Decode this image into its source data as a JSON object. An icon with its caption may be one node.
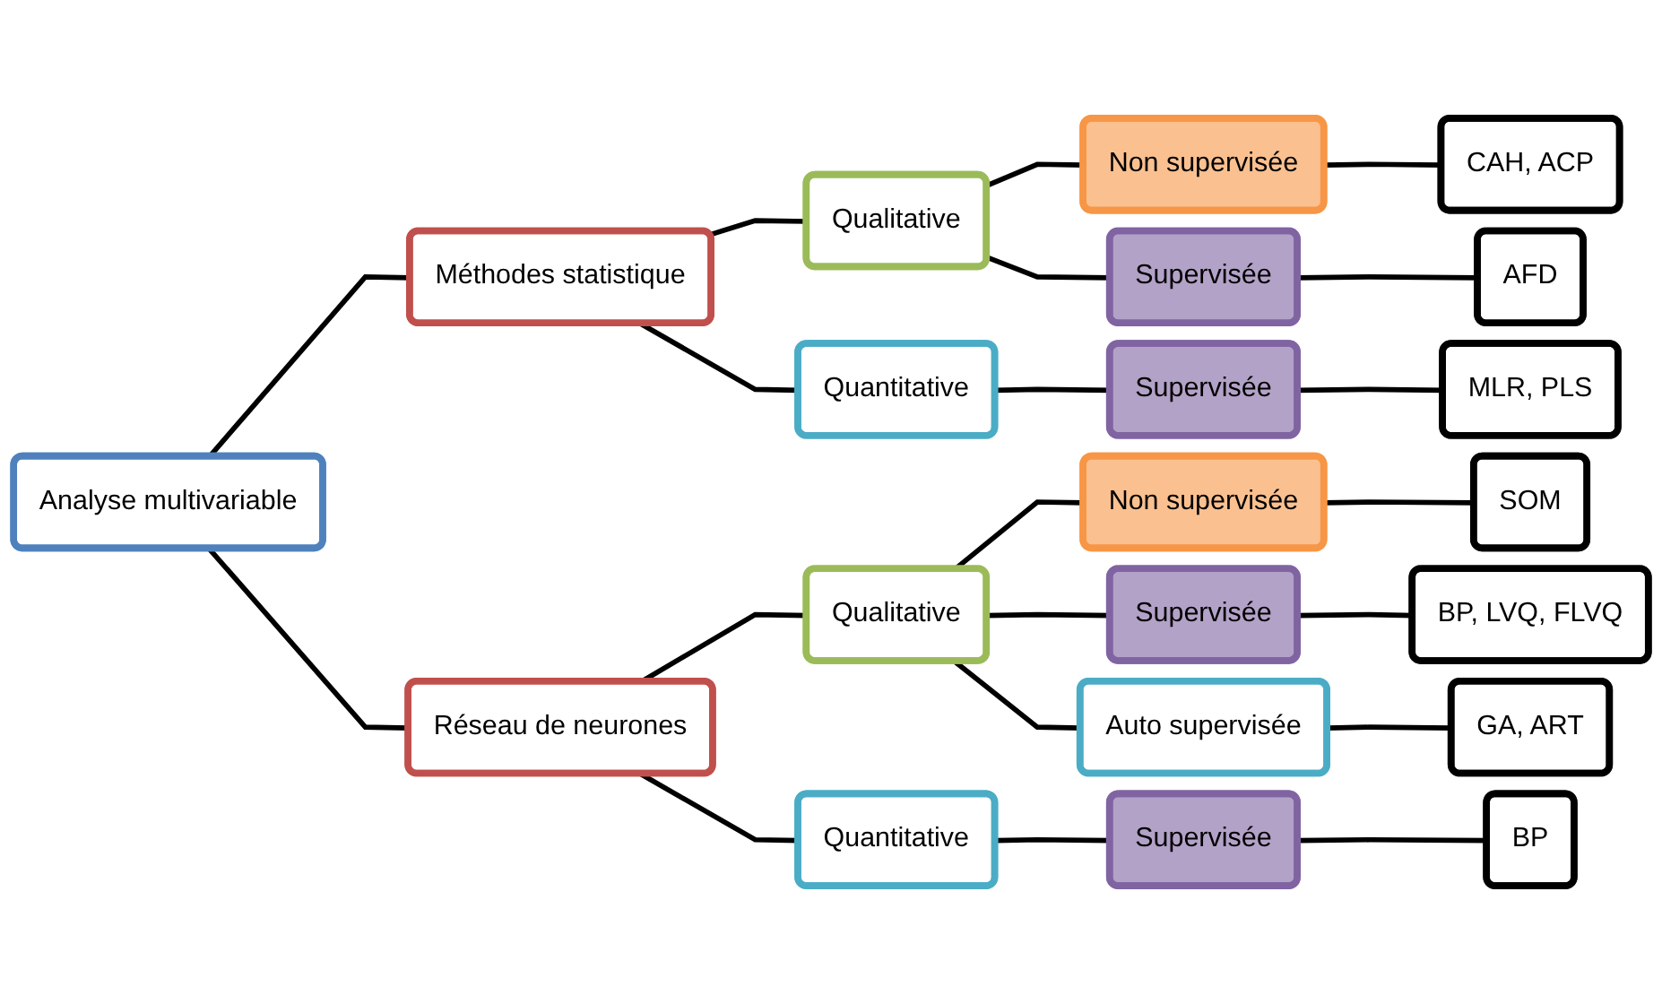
{
  "diagram": {
    "nodes": [
      {
        "text": [
          "Analyse multivariable"
        ]
      },
      {
        "text": [
          "Méthodes statistique"
        ]
      },
      {
        "text": [
          "Qualitative"
        ]
      },
      {
        "text": [
          "Non supervisée"
        ]
      },
      {
        "text": [
          "CAH, ACP"
        ]
      },
      {
        "text": [
          "Supervisée"
        ]
      },
      {
        "text": [
          "AFD"
        ]
      },
      {
        "text": [
          "Quantitative"
        ]
      },
      {
        "text": [
          "Supervisée"
        ]
      },
      {
        "text": [
          "MLR, PLS"
        ]
      },
      {
        "text": [
          "Réseau de neurones"
        ]
      },
      {
        "text": [
          "Qualitative"
        ]
      },
      {
        "text": [
          "Non supervisée"
        ]
      },
      {
        "text": [
          "SOM"
        ]
      },
      {
        "text": [
          "Supervisée"
        ]
      },
      {
        "text": [
          "BP, LVQ, FLVQ"
        ]
      },
      {
        "text": [
          "Auto supervisée"
        ]
      },
      {
        "text": [
          "GA, ART"
        ]
      },
      {
        "text": [
          "Quantitative"
        ]
      },
      {
        "text": [
          "Supervisée"
        ]
      },
      {
        "text": [
          "BP"
        ]
      }
    ],
    "edges": [
      {
        "from": 0,
        "to": 1,
        "arrow": "none"
      },
      {
        "from": 0,
        "to": 10,
        "arrow": "none"
      },
      {
        "from": 1,
        "to": 2,
        "arrow": "none"
      },
      {
        "from": 1,
        "to": 7,
        "arrow": "none"
      },
      {
        "from": 2,
        "to": 3,
        "arrow": "none"
      },
      {
        "from": 2,
        "to": 5,
        "arrow": "none"
      },
      {
        "from": 3,
        "to": 4,
        "arrow": "none"
      },
      {
        "from": 5,
        "to": 6,
        "arrow": "none"
      },
      {
        "from": 7,
        "to": 8,
        "arrow": "none"
      },
      {
        "from": 8,
        "to": 9,
        "arrow": "none"
      },
      {
        "from": 10,
        "to": 11,
        "arrow": "none"
      },
      {
        "from": 10,
        "to": 18,
        "arrow": "none"
      },
      {
        "from": 11,
        "to": 12,
        "arrow": "none"
      },
      {
        "from": 11,
        "to": 14,
        "arrow": "none"
      },
      {
        "from": 11,
        "to": 16,
        "arrow": "none"
      },
      {
        "from": 12,
        "to": 13,
        "arrow": "none"
      },
      {
        "from": 14,
        "to": 15,
        "arrow": "none"
      },
      {
        "from": 16,
        "to": 17,
        "arrow": "none"
      },
      {
        "from": 18,
        "to": 19,
        "arrow": "none"
      },
      {
        "from": 19,
        "to": 20,
        "arrow": "none"
      }
    ]
  }
}
